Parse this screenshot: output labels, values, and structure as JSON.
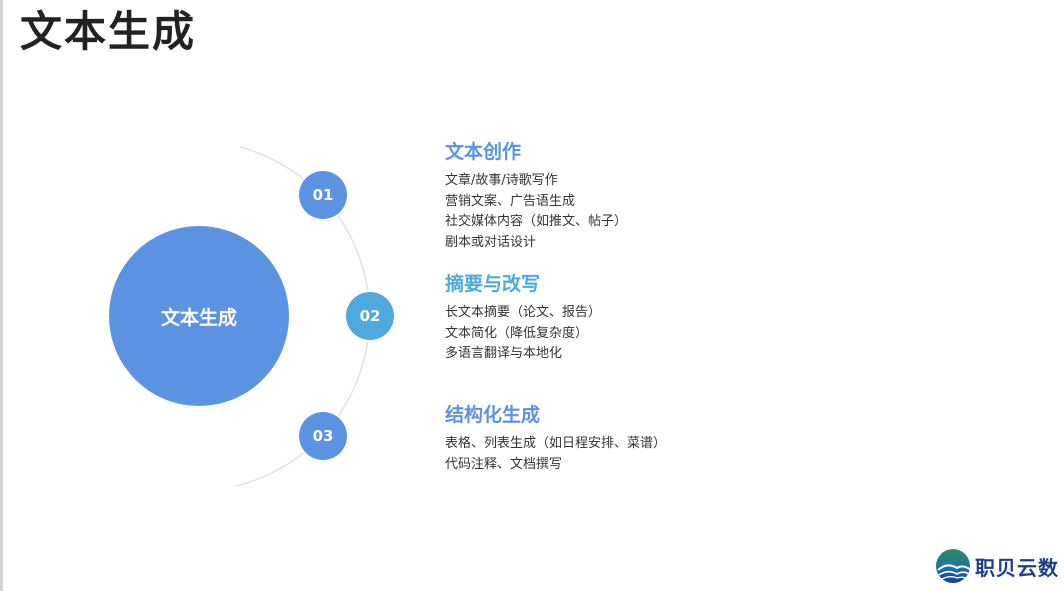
{
  "page": {
    "title": "文本生成"
  },
  "diagram": {
    "center_label": "文本生成",
    "center_color": "#5b93e2",
    "nodes": [
      {
        "number": "01",
        "color": "#5b93e2"
      },
      {
        "number": "02",
        "color": "#4fa9df"
      },
      {
        "number": "03",
        "color": "#5b93e2"
      }
    ]
  },
  "sections": [
    {
      "heading": "文本创作",
      "heading_color": "#5b93e2",
      "items": [
        "文章/故事/诗歌写作",
        "营销文案、广告语生成",
        "社交媒体内容（如推文、帖子）",
        "剧本或对话设计"
      ]
    },
    {
      "heading": "摘要与改写",
      "heading_color": "#4fa9df",
      "items": [
        "长文本摘要（论文、报告）",
        "文本简化（降低复杂度）",
        "多语言翻译与本地化"
      ]
    },
    {
      "heading": "结构化生成",
      "heading_color": "#5b93e2",
      "items": [
        "表格、列表生成（如日程安排、菜谱）",
        "代码注释、文档撰写"
      ]
    }
  ],
  "logo": {
    "text": "职贝云数",
    "icon": "wave-globe-logo-icon"
  }
}
